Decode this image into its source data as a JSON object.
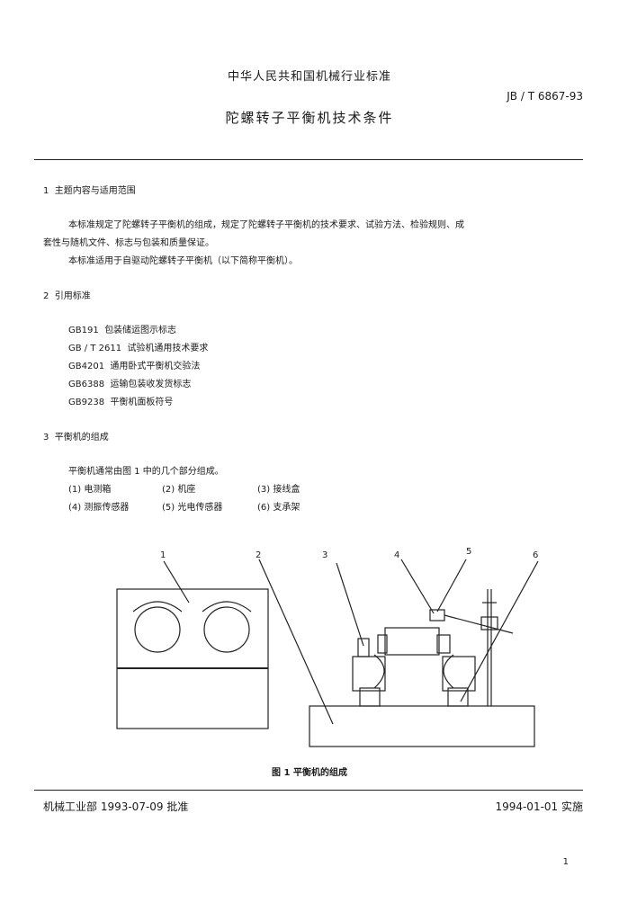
{
  "header": {
    "org": "中华人民共和国机械行业标准",
    "code": "JB / T 6867-93",
    "title": "陀螺转子平衡机技术条件"
  },
  "sections": [
    {
      "num": "1",
      "heading": "主题内容与适用范围"
    },
    {
      "num": "2",
      "heading": "引用标准"
    },
    {
      "num": "3",
      "heading": "平衡机的组成"
    }
  ],
  "scope": {
    "para1_line1": "本标准规定了陀螺转子平衡机的组成，规定了陀螺转子平衡机的技术要求、试验方法、检验规则、成",
    "para1_line2": "套性与随机文件、标志与包装和质量保证。",
    "para2": "本标准适用于自驱动陀螺转子平衡机（以下简称平衡机）。"
  },
  "references": [
    {
      "code": "GB191",
      "title": "包装储运图示标志"
    },
    {
      "code": "GB / T 2611",
      "title": "试验机通用技术要求"
    },
    {
      "code": "GB4201",
      "title": "通用卧式平衡机交验法"
    },
    {
      "code": "GB6388",
      "title": "运输包装收发货标志"
    },
    {
      "code": "GB9238",
      "title": "平衡机面板符号"
    }
  ],
  "composition": {
    "intro": "平衡机通常由图 1 中的几个部分组成。",
    "parts": [
      "(1) 电测箱",
      "(2) 机座",
      "(3) 接线盒",
      "(4) 测振传感器",
      "(5) 光电传感器",
      "(6) 支承架"
    ]
  },
  "figure": {
    "labels": [
      "1",
      "2",
      "3",
      "4",
      "5",
      "6"
    ],
    "caption": "图 1  平衡机的组成"
  },
  "footer": {
    "approved": "机械工业部 1993-07-09 批准",
    "effective": "1994-01-01 实施",
    "page": "1"
  }
}
